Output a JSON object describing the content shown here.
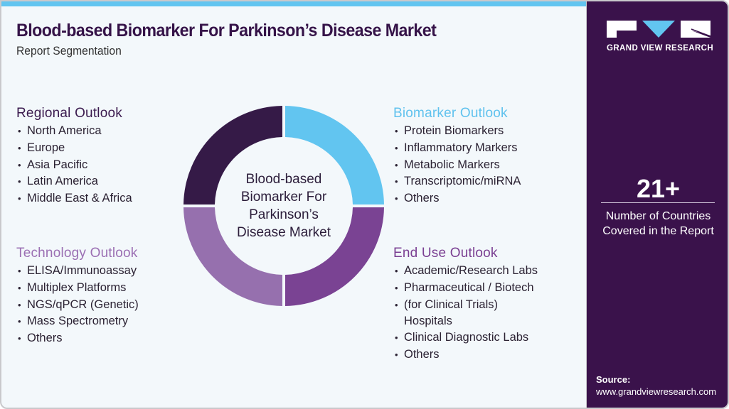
{
  "header": {
    "title": "Blood-based Biomarker For Parkinson’s Disease Market",
    "subtitle": "Report Segmentation"
  },
  "colors": {
    "accent_blue": "#62c5f0",
    "dark_purple": "#351a47",
    "mid_purple": "#7a4393",
    "light_purple": "#9670ae",
    "sidebar_bg": "#3a124b",
    "background": "#f3f8fb"
  },
  "donut": {
    "center_label_lines": [
      "Blood-based",
      "Biomarker For",
      "Parkinson’s",
      "Disease Market"
    ],
    "segments": [
      {
        "name": "Biomarker Outlook",
        "color": "#62c5f0",
        "position": "top-right"
      },
      {
        "name": "End Use Outlook",
        "color": "#7a4393",
        "position": "bottom-right"
      },
      {
        "name": "Technology Outlook",
        "color": "#9670ae",
        "position": "bottom-left"
      },
      {
        "name": "Regional Outlook",
        "color": "#351a47",
        "position": "top-left"
      }
    ]
  },
  "sections": {
    "regional": {
      "title": "Regional Outlook",
      "items": [
        "North America",
        "Europe",
        "Asia Pacific",
        "Latin America",
        "Middle East & Africa"
      ]
    },
    "technology": {
      "title": "Technology Outlook",
      "items": [
        "ELISA/Immunoassay",
        "Multiplex Platforms",
        "NGS/qPCR (Genetic)",
        "Mass Spectrometry",
        "Others"
      ]
    },
    "biomarker": {
      "title": "Biomarker Outlook",
      "items": [
        "Protein Biomarkers",
        "Inflammatory Markers",
        "Metabolic Markers",
        "Transcriptomic/miRNA",
        "Others"
      ]
    },
    "enduse": {
      "title": "End Use Outlook",
      "items": [
        "Academic/Research Labs",
        "Pharmaceutical / Biotech",
        "(for Clinical Trials)",
        "Hospitals",
        "Clinical Diagnostic Labs",
        "Others"
      ]
    }
  },
  "sidebar": {
    "logo_text": "GRAND VIEW RESEARCH",
    "stat_value": "21+",
    "stat_desc_line1": "Number of Countries",
    "stat_desc_line2": "Covered in the Report",
    "source_label": "Source:",
    "source_url": "www.grandviewresearch.com"
  }
}
